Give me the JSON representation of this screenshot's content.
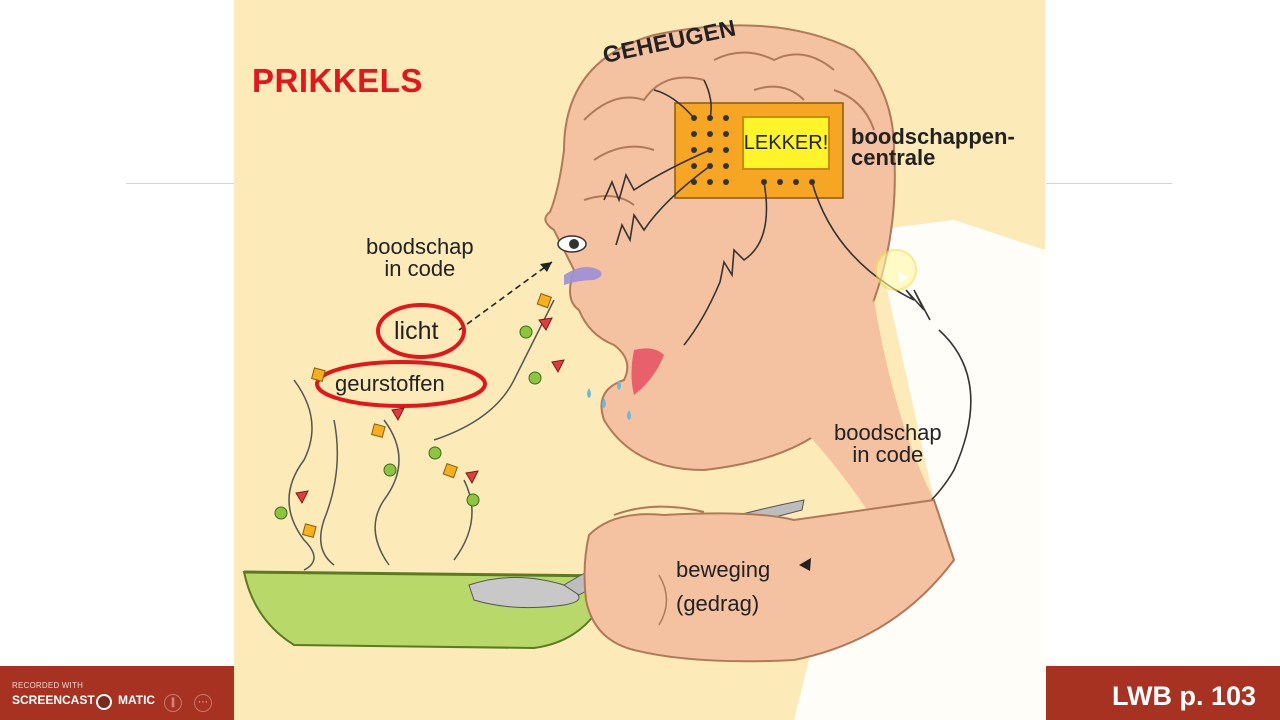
{
  "slide": {
    "title": "PRIKKELS",
    "labels": {
      "geheugen": "GEHEUGEN",
      "lekker": "LEKKER!",
      "centrale_line1": "boodschappen-",
      "centrale_line2": "centrale",
      "code_top_line1": "boodschap",
      "code_top_line2": "in code",
      "licht": "licht",
      "geurstoffen": "geurstoffen",
      "code_right_line1": "boodschap",
      "code_right_line2": "in code",
      "beweging_line1": "beweging",
      "beweging_line2": "(gedrag)"
    },
    "page_ref": "LWB p. 103"
  },
  "watermark": {
    "recorded_with": "RECORDED WITH",
    "brand_left": "SCREENCAST",
    "brand_right": "MATIC"
  },
  "colors": {
    "slide_background": "#fcebb8",
    "title_red": "#e3161b",
    "skin": "#f4c2a0",
    "bar_red": "#a73221",
    "centrale_orange": "#f6a623",
    "lekker_yellow": "#fdf42a",
    "pan_green": "#b8d86a"
  },
  "icons": {
    "cursor": "mouse-pointer-icon",
    "recorder": "record-icon"
  }
}
